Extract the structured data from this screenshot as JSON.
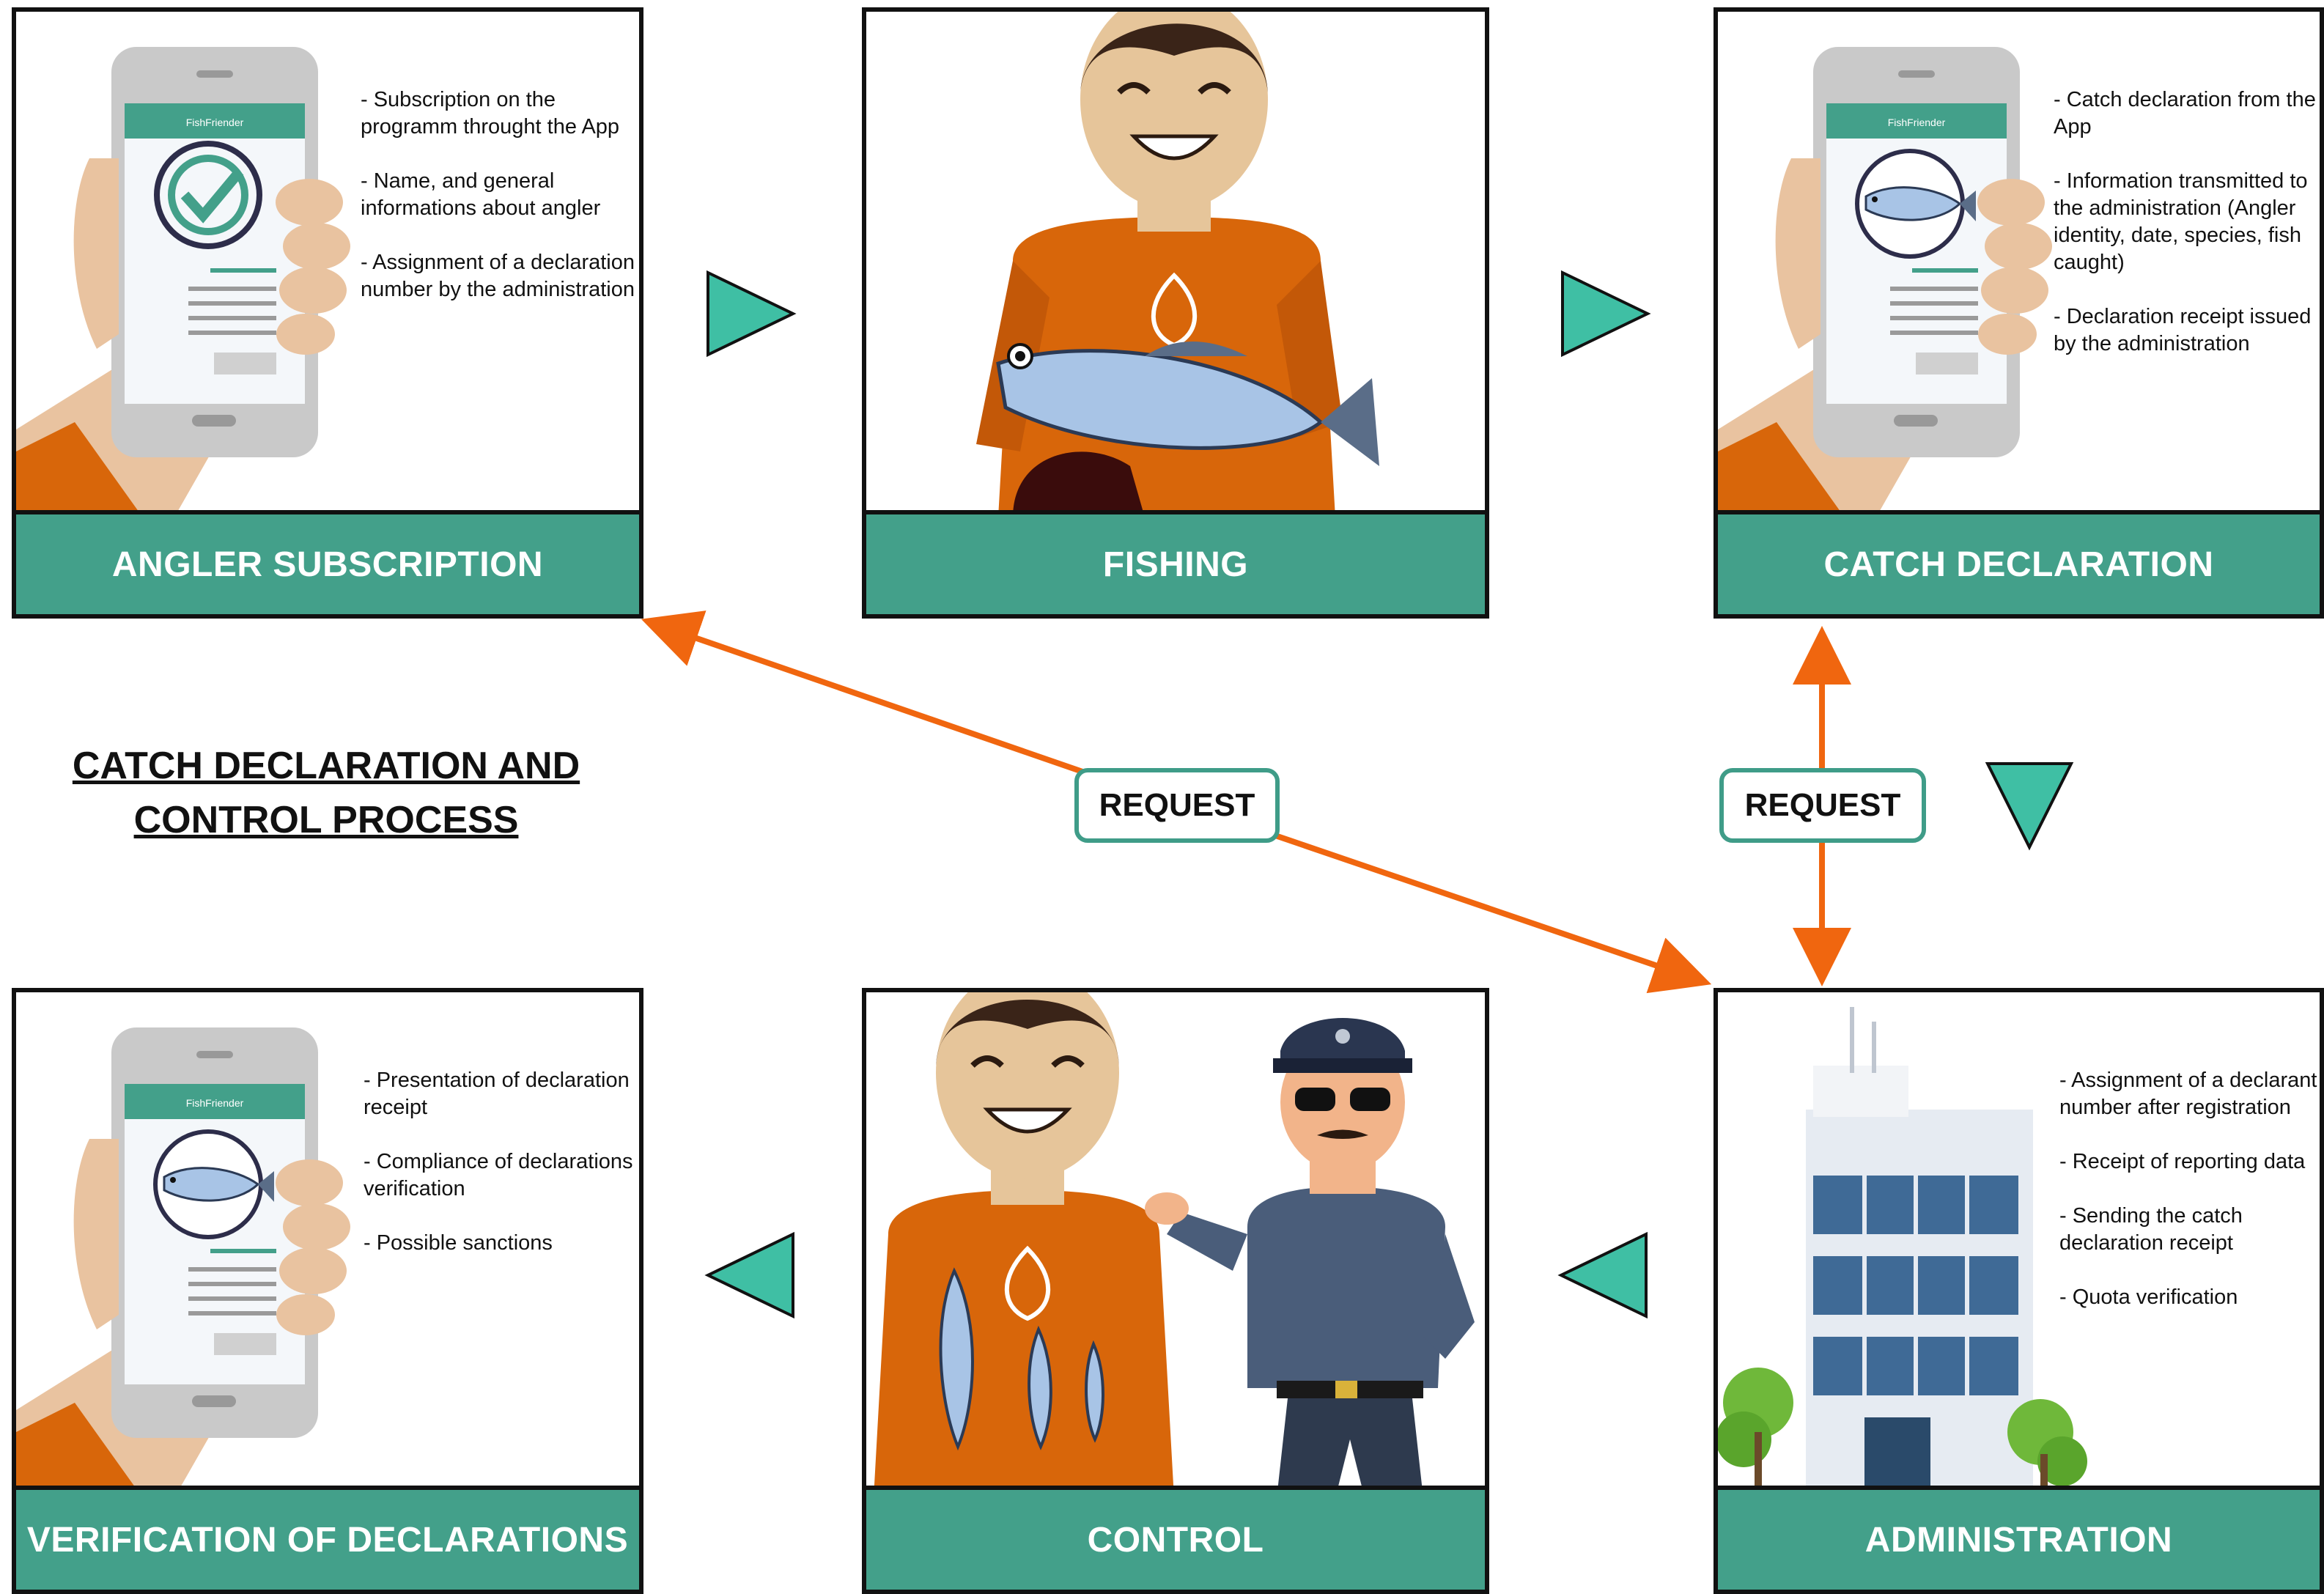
{
  "title": "CATCH DECLARATION AND CONTROL PROCESS",
  "title_lines": [
    "CATCH DECLARATION AND",
    "CONTROL PROCESS"
  ],
  "connector_label": "REQUEST",
  "app_label": "FishFriender",
  "colors": {
    "panel_bar": "#43a08a",
    "arrow_orange": "#f0660f",
    "triangle_teal": "#3fbfa4",
    "shirt": "#d8660a"
  },
  "panels": {
    "angler_subscription": {
      "label": "ANGLER SUBSCRIPTION",
      "notes": [
        "- Subscription on the programm throught the App",
        "- Name, and general informations about angler",
        "- Assignment of a declaration number by the administration"
      ],
      "icon": "phone-checkmark-icon"
    },
    "fishing": {
      "label": "FISHING",
      "icon": "angler-with-fish-icon"
    },
    "catch_declaration": {
      "label": "CATCH DECLARATION",
      "notes": [
        "- Catch declaration from the App",
        "- Information transmitted to the administration (Angler identity, date, species, fish caught)",
        "- Declaration receipt issued by the administration"
      ],
      "icon": "phone-fish-icon"
    },
    "verification": {
      "label": "VERIFICATION OF DECLARATIONS",
      "notes": [
        "- Presentation of declaration receipt",
        "- Compliance of declarations verification",
        "- Possible sanctions"
      ],
      "icon": "phone-fish-icon"
    },
    "control": {
      "label": "CONTROL",
      "icon": "angler-and-police-officer-icon"
    },
    "administration": {
      "label": "ADMINISTRATION",
      "notes": [
        "- Assignment of a declarant number after registration",
        "- Receipt of reporting data",
        "- Sending the catch declaration receipt",
        "- Quota verification"
      ],
      "icon": "office-building-icon"
    }
  }
}
